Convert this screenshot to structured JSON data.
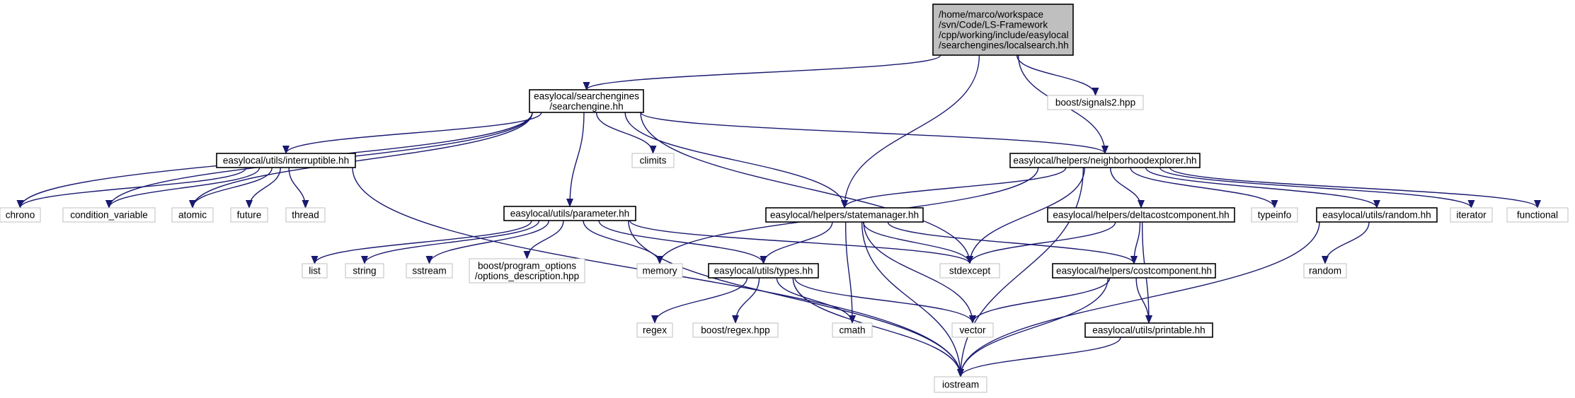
{
  "colors": {
    "edge": "#191970",
    "project_border": "#000000",
    "system_border": "#bfbfbf",
    "root_fill": "#bfbfbf",
    "node_fill": "#ffffff"
  },
  "nodes": [
    {
      "id": "root",
      "label": "/home/marco/workspace\n/svn/Code/LS-Framework\n/cpp/working/include/easylocal\n/searchengines/localsearch.hh",
      "kind": "root"
    },
    {
      "id": "searchengine",
      "label": "easylocal/searchengines\n/searchengine.hh",
      "kind": "project"
    },
    {
      "id": "signals2",
      "label": "boost/signals2.hpp",
      "kind": "system"
    },
    {
      "id": "interruptible",
      "label": "easylocal/utils/interruptible.hh",
      "kind": "project"
    },
    {
      "id": "climits",
      "label": "climits",
      "kind": "system"
    },
    {
      "id": "neighborhoodexplorer",
      "label": "easylocal/helpers/neighborhoodexplorer.hh",
      "kind": "project"
    },
    {
      "id": "chrono",
      "label": "chrono",
      "kind": "system"
    },
    {
      "id": "condition_variable",
      "label": "condition_variable",
      "kind": "system"
    },
    {
      "id": "atomic",
      "label": "atomic",
      "kind": "system"
    },
    {
      "id": "future",
      "label": "future",
      "kind": "system"
    },
    {
      "id": "thread",
      "label": "thread",
      "kind": "system"
    },
    {
      "id": "parameter",
      "label": "easylocal/utils/parameter.hh",
      "kind": "project"
    },
    {
      "id": "statemanager",
      "label": "easylocal/helpers/statemanager.hh",
      "kind": "project"
    },
    {
      "id": "deltacostcomponent",
      "label": "easylocal/helpers/deltacostcomponent.hh",
      "kind": "project"
    },
    {
      "id": "typeinfo",
      "label": "typeinfo",
      "kind": "system"
    },
    {
      "id": "random_hh",
      "label": "easylocal/utils/random.hh",
      "kind": "project"
    },
    {
      "id": "iterator",
      "label": "iterator",
      "kind": "system"
    },
    {
      "id": "functional",
      "label": "functional",
      "kind": "system"
    },
    {
      "id": "list",
      "label": "list",
      "kind": "system"
    },
    {
      "id": "string",
      "label": "string",
      "kind": "system"
    },
    {
      "id": "sstream",
      "label": "sstream",
      "kind": "system"
    },
    {
      "id": "program_options",
      "label": "boost/program_options\n/options_description.hpp",
      "kind": "system"
    },
    {
      "id": "memory",
      "label": "memory",
      "kind": "system"
    },
    {
      "id": "types",
      "label": "easylocal/utils/types.hh",
      "kind": "project"
    },
    {
      "id": "stdexcept",
      "label": "stdexcept",
      "kind": "system"
    },
    {
      "id": "costcomponent",
      "label": "easylocal/helpers/costcomponent.hh",
      "kind": "project"
    },
    {
      "id": "random",
      "label": "random",
      "kind": "system"
    },
    {
      "id": "regex",
      "label": "regex",
      "kind": "system"
    },
    {
      "id": "boost_regex",
      "label": "boost/regex.hpp",
      "kind": "system"
    },
    {
      "id": "cmath",
      "label": "cmath",
      "kind": "system"
    },
    {
      "id": "vector",
      "label": "vector",
      "kind": "system"
    },
    {
      "id": "printable",
      "label": "easylocal/utils/printable.hh",
      "kind": "project"
    },
    {
      "id": "iostream",
      "label": "iostream",
      "kind": "system"
    }
  ],
  "edges": [
    [
      "root",
      "searchengine"
    ],
    [
      "root",
      "statemanager"
    ],
    [
      "root",
      "neighborhoodexplorer"
    ],
    [
      "root",
      "signals2"
    ],
    [
      "searchengine",
      "interruptible"
    ],
    [
      "searchengine",
      "climits"
    ],
    [
      "searchengine",
      "parameter"
    ],
    [
      "searchengine",
      "statemanager"
    ],
    [
      "searchengine",
      "neighborhoodexplorer"
    ],
    [
      "searchengine",
      "chrono"
    ],
    [
      "searchengine",
      "condition_variable"
    ],
    [
      "searchengine",
      "atomic"
    ],
    [
      "searchengine",
      "stdexcept"
    ],
    [
      "interruptible",
      "chrono"
    ],
    [
      "interruptible",
      "condition_variable"
    ],
    [
      "interruptible",
      "atomic"
    ],
    [
      "interruptible",
      "future"
    ],
    [
      "interruptible",
      "thread"
    ],
    [
      "interruptible",
      "iostream"
    ],
    [
      "neighborhoodexplorer",
      "statemanager"
    ],
    [
      "neighborhoodexplorer",
      "memory"
    ],
    [
      "neighborhoodexplorer",
      "stdexcept"
    ],
    [
      "neighborhoodexplorer",
      "iostream"
    ],
    [
      "neighborhoodexplorer",
      "deltacostcomponent"
    ],
    [
      "neighborhoodexplorer",
      "typeinfo"
    ],
    [
      "neighborhoodexplorer",
      "random_hh"
    ],
    [
      "neighborhoodexplorer",
      "iterator"
    ],
    [
      "neighborhoodexplorer",
      "functional"
    ],
    [
      "parameter",
      "list"
    ],
    [
      "parameter",
      "string"
    ],
    [
      "parameter",
      "sstream"
    ],
    [
      "parameter",
      "program_options"
    ],
    [
      "parameter",
      "memory"
    ],
    [
      "parameter",
      "types"
    ],
    [
      "parameter",
      "stdexcept"
    ],
    [
      "parameter",
      "iostream"
    ],
    [
      "statemanager",
      "types"
    ],
    [
      "statemanager",
      "cmath"
    ],
    [
      "statemanager",
      "stdexcept"
    ],
    [
      "statemanager",
      "vector"
    ],
    [
      "statemanager",
      "iostream"
    ],
    [
      "statemanager",
      "costcomponent"
    ],
    [
      "deltacostcomponent",
      "stdexcept"
    ],
    [
      "deltacostcomponent",
      "costcomponent"
    ],
    [
      "deltacostcomponent",
      "printable"
    ],
    [
      "random_hh",
      "random"
    ],
    [
      "random_hh",
      "iostream"
    ],
    [
      "types",
      "regex"
    ],
    [
      "types",
      "boost_regex"
    ],
    [
      "types",
      "cmath"
    ],
    [
      "types",
      "vector"
    ],
    [
      "types",
      "iostream"
    ],
    [
      "costcomponent",
      "vector"
    ],
    [
      "costcomponent",
      "iostream"
    ],
    [
      "costcomponent",
      "printable"
    ],
    [
      "printable",
      "iostream"
    ]
  ]
}
